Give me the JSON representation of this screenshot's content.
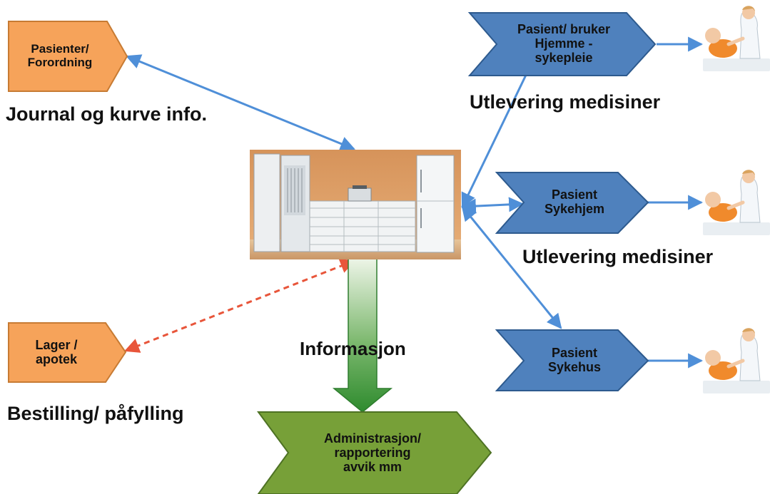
{
  "colors": {
    "orange_fill": "#F6A35A",
    "blue_fill": "#4F81BD",
    "green_fill": "#77A038",
    "arrow_blue": "#4F8FD8",
    "arrow_red": "#E8553A",
    "green_arrow_top": "#E6F0DC",
    "green_arrow_bottom": "#2E8B2E"
  },
  "inputs": {
    "pasienter_forordning": "Pasienter/\nForordning",
    "lager_apotek": "Lager /\napotek"
  },
  "outputs": {
    "hjemmesykepleie": "Pasient/ bruker\nHjemme -\nsykepleie",
    "sykehjem": "Pasient\nSykehjem",
    "sykehus": "Pasient\nSykehus"
  },
  "admin": "Administrasjon/\nrapportering\navvik mm",
  "captions": {
    "journal": "Journal og kurve info.",
    "utlevering_top": "Utlevering medisiner",
    "utlevering_mid": "Utlevering medisiner",
    "bestilling": "Bestilling/ påfylling",
    "informasjon": "Informasjon"
  },
  "icons": {
    "central": "medication-dispensing-robot-illustration",
    "patient": "nurse-with-baby-illustration"
  }
}
